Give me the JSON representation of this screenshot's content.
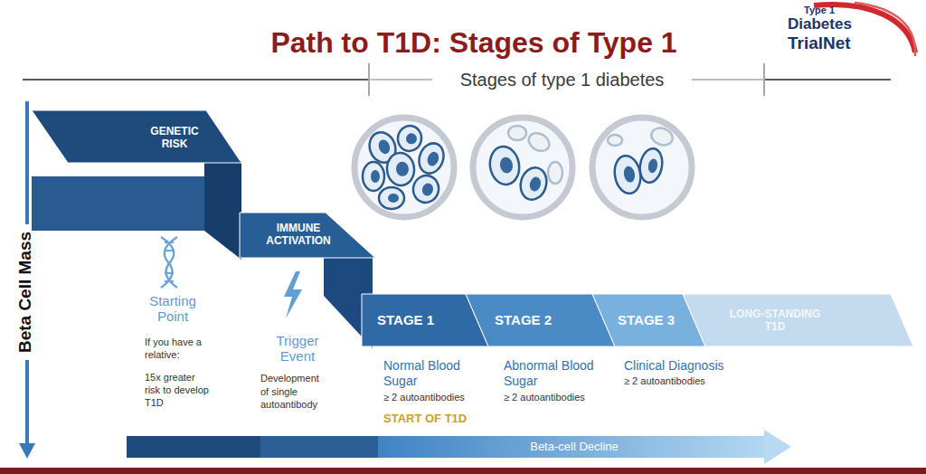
{
  "diagram": {
    "title": "Path to T1D: Stages of Type 1",
    "nodes": [
      {
        "text": [
          "GENETIC RISK"
        ]
      },
      {
        "text": [
          "IMMUNE ACTIVATION"
        ]
      },
      {
        "text": [
          "STAGE 1"
        ]
      },
      {
        "text": [
          "STAGE 2"
        ]
      },
      {
        "text": [
          "STAGE 3"
        ]
      },
      {
        "text": [
          "LONG-STANDING T1D"
        ]
      },
      {
        "text": [
          "Beta-cell Decline"
        ]
      }
    ],
    "labels": [
      "Type 1",
      "Diabetes",
      "TrialNet",
      "Stages of type 1 diabetes",
      "Beta Cell Mass",
      "Starting Point",
      "If you have a relative:",
      "15x greater risk to develop T1D",
      "Trigger Event",
      "Development of single autoantibody",
      "Normal Blood Sugar",
      "≥ 2 autoantibodies",
      "START OF T1D",
      "Abnormal Blood Sugar",
      "≥ 2 autoantibodies",
      "Clinical Diagnosis",
      "≥ 2 autoantibodies"
    ]
  }
}
